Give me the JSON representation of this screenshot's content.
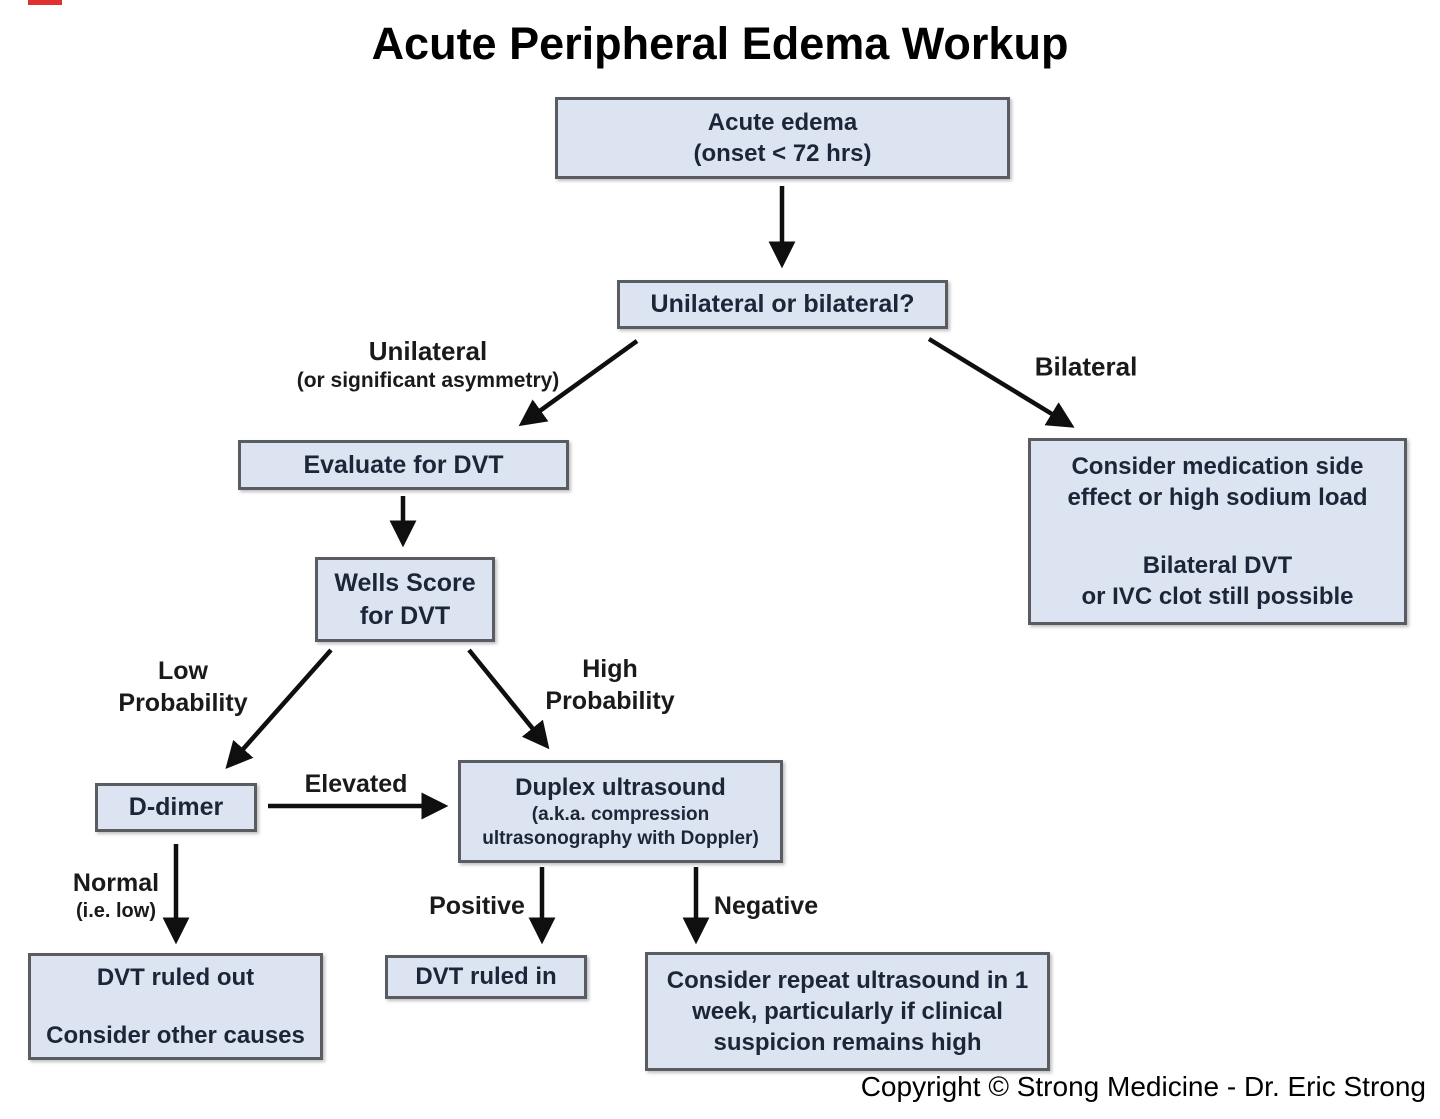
{
  "title": "Acute Peripheral Edema Workup",
  "copyright": "Copyright © Strong Medicine - Dr. Eric Strong",
  "colors": {
    "node_fill": "#dde4f1",
    "node_border": "#5a5c61",
    "node_text": "#1d2639",
    "arrow": "#0f0f0f",
    "label_text": "#1a1a1a",
    "artifact_red": "#e03131"
  },
  "nodes": {
    "acute_edema": {
      "lines": [
        "Acute edema",
        "(onset < 72 hrs)"
      ]
    },
    "unilateral_or_bilateral": {
      "lines": [
        "Unilateral or bilateral?"
      ]
    },
    "evaluate_for_dvt": {
      "lines": [
        "Evaluate for DVT"
      ]
    },
    "wells_score": {
      "lines": [
        "Wells Score",
        "for DVT"
      ]
    },
    "consider_medication": {
      "lines": [
        "Consider medication side",
        "effect or high sodium load",
        "Bilateral DVT",
        "or IVC clot still possible"
      ]
    },
    "d_dimer": {
      "lines": [
        "D-dimer"
      ]
    },
    "duplex_ultrasound": {
      "lines": [
        "Duplex ultrasound",
        "(a.k.a. compression",
        "ultrasonography with Doppler)"
      ]
    },
    "dvt_ruled_out": {
      "lines": [
        "DVT ruled out",
        "Consider other causes"
      ]
    },
    "dvt_ruled_in": {
      "lines": [
        "DVT ruled in"
      ]
    },
    "consider_repeat": {
      "lines": [
        "Consider repeat ultrasound in 1",
        "week, particularly if clinical",
        "suspicion remains high"
      ]
    }
  },
  "edge_labels": {
    "unilateral": {
      "line1": "Unilateral",
      "line2": "(or significant asymmetry)"
    },
    "bilateral": "Bilateral",
    "low_probability": {
      "line1": "Low",
      "line2": "Probability"
    },
    "high_probability": {
      "line1": "High",
      "line2": "Probability"
    },
    "elevated": "Elevated",
    "normal": {
      "line1": "Normal",
      "line2": "(i.e. low)"
    },
    "positive": "Positive",
    "negative": "Negative"
  }
}
